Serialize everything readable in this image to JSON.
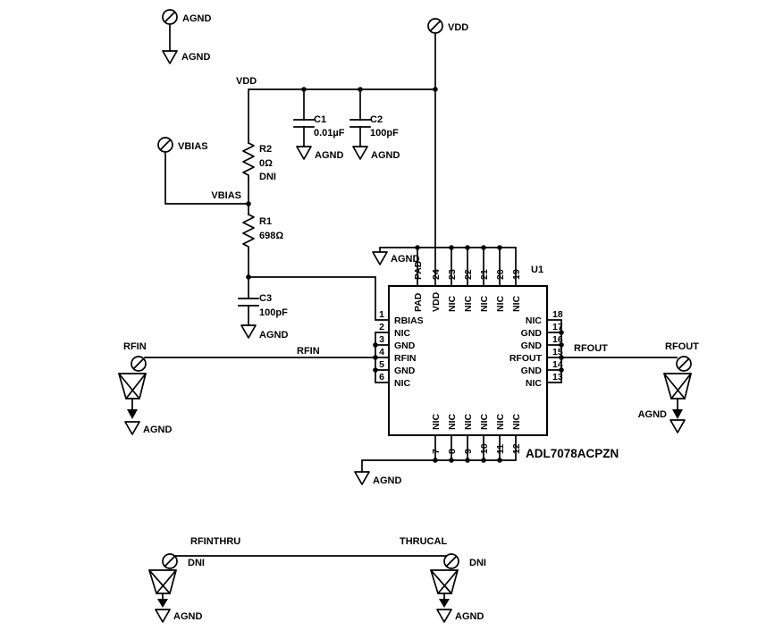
{
  "ic": {
    "ref": "U1",
    "part": "ADL7078ACPZN",
    "left_pins": [
      {
        "num": "1",
        "name": "RBIAS"
      },
      {
        "num": "2",
        "name": "NIC"
      },
      {
        "num": "3",
        "name": "GND"
      },
      {
        "num": "4",
        "name": "RFIN"
      },
      {
        "num": "5",
        "name": "GND"
      },
      {
        "num": "6",
        "name": "NIC"
      }
    ],
    "top_pins": [
      {
        "num": "PAD",
        "name": "PAD"
      },
      {
        "num": "24",
        "name": "VDD"
      },
      {
        "num": "23",
        "name": "NIC"
      },
      {
        "num": "22",
        "name": "NIC"
      },
      {
        "num": "21",
        "name": "NIC"
      },
      {
        "num": "20",
        "name": "NIC"
      },
      {
        "num": "19",
        "name": "NIC"
      }
    ],
    "right_pins": [
      {
        "num": "18",
        "name": "NIC"
      },
      {
        "num": "17",
        "name": "GND"
      },
      {
        "num": "16",
        "name": "GND"
      },
      {
        "num": "15",
        "name": "RFOUT"
      },
      {
        "num": "14",
        "name": "GND"
      },
      {
        "num": "13",
        "name": "NIC"
      }
    ],
    "bottom_pins": [
      {
        "num": "7",
        "name": "NIC"
      },
      {
        "num": "8",
        "name": "NIC"
      },
      {
        "num": "9",
        "name": "NIC"
      },
      {
        "num": "10",
        "name": "NIC"
      },
      {
        "num": "11",
        "name": "NIC"
      },
      {
        "num": "12",
        "name": "NIC"
      }
    ]
  },
  "components": {
    "r1": {
      "ref": "R1",
      "value": "698Ω"
    },
    "r2": {
      "ref": "R2",
      "value": "0Ω",
      "note": "DNI"
    },
    "c1": {
      "ref": "C1",
      "value": "0.01µF"
    },
    "c2": {
      "ref": "C2",
      "value": "100pF"
    },
    "c3": {
      "ref": "C3",
      "value": "100pF"
    }
  },
  "ports": {
    "agnd_top": {
      "label": "AGND"
    },
    "vdd": {
      "label": "VDD"
    },
    "vbias": {
      "label": "VBIAS"
    },
    "rfin": {
      "label": "RFIN"
    },
    "rfout": {
      "label": "RFOUT"
    },
    "rfinthru": {
      "label": "RFINTHRU",
      "note": "DNI"
    },
    "thrucal": {
      "label": "THRUCAL",
      "note": "DNI"
    }
  },
  "nets": {
    "vdd": "VDD",
    "vbias": "VBIAS",
    "rfin": "RFIN",
    "rfout": "RFOUT",
    "agnd": "AGND"
  },
  "colors": {
    "ink": "#000000",
    "background": "#ffffff"
  }
}
